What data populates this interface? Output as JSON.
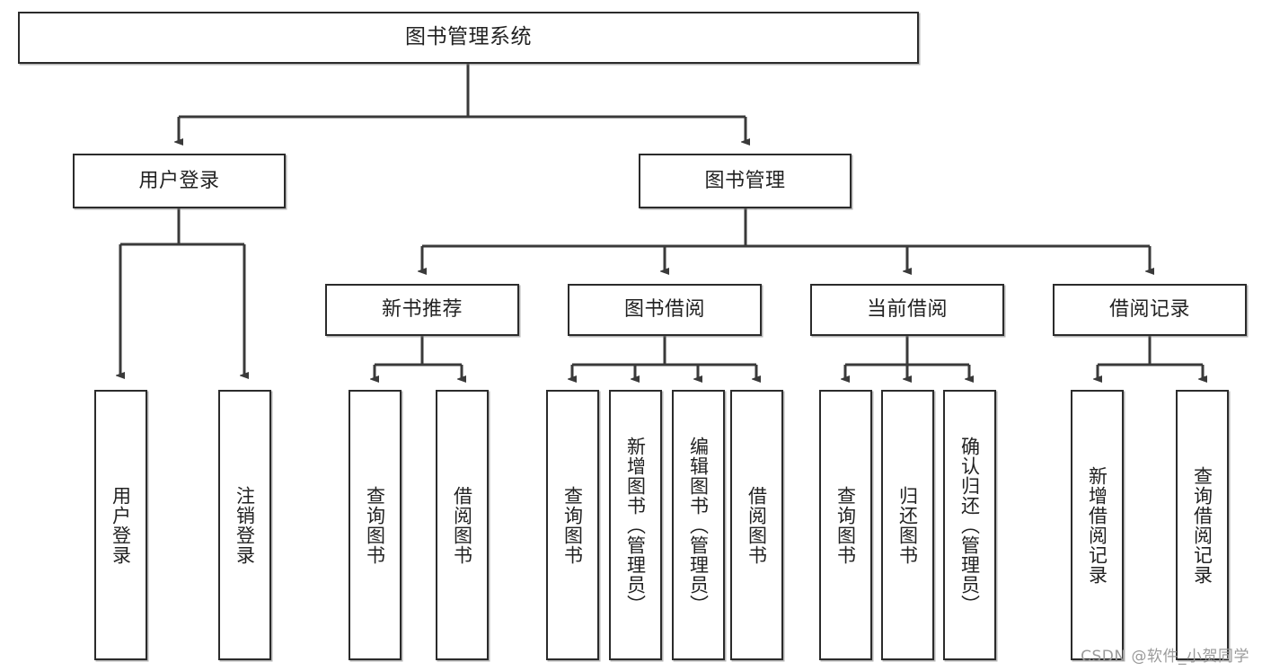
{
  "diagram": {
    "type": "hierarchy-tree",
    "title": "图书管理系统",
    "orientation": "top-down",
    "watermark": "CSDN @软件_小贺同学",
    "colors": {
      "box_border": "#2b2b2b",
      "box_fill": "#ffffff",
      "connector": "#3a3a3a",
      "text": "#222222",
      "watermark": "#9a9a9a"
    },
    "levels": [
      {
        "level": 1,
        "nodes": [
          {
            "id": "root",
            "label": "图书管理系统",
            "orientation": "horizontal"
          }
        ]
      },
      {
        "level": 2,
        "nodes": [
          {
            "id": "user-login",
            "label": "用户登录",
            "orientation": "horizontal",
            "parent": "root"
          },
          {
            "id": "book-manage",
            "label": "图书管理",
            "orientation": "horizontal",
            "parent": "root"
          }
        ]
      },
      {
        "level": 3,
        "nodes": [
          {
            "id": "new-book-rec",
            "label": "新书推荐",
            "orientation": "horizontal",
            "parent": "book-manage"
          },
          {
            "id": "book-borrow",
            "label": "图书借阅",
            "orientation": "horizontal",
            "parent": "book-manage"
          },
          {
            "id": "current-borrow",
            "label": "当前借阅",
            "orientation": "horizontal",
            "parent": "book-manage"
          },
          {
            "id": "borrow-record",
            "label": "借阅记录",
            "orientation": "horizontal",
            "parent": "book-manage"
          }
        ]
      },
      {
        "level": 4,
        "nodes": [
          {
            "id": "leaf-user-login",
            "label": "用户登录",
            "orientation": "vertical",
            "parent": "user-login"
          },
          {
            "id": "leaf-user-logout",
            "label": "注销登录",
            "orientation": "vertical",
            "parent": "user-login"
          },
          {
            "id": "leaf-query-book-1",
            "label": "查询图书",
            "orientation": "vertical",
            "parent": "new-book-rec"
          },
          {
            "id": "leaf-borrow-book-1",
            "label": "借阅图书",
            "orientation": "vertical",
            "parent": "new-book-rec"
          },
          {
            "id": "leaf-query-book-2",
            "label": "查询图书",
            "orientation": "vertical",
            "parent": "book-borrow"
          },
          {
            "id": "leaf-add-book",
            "label": "新增图书（管理员）",
            "orientation": "vertical",
            "parent": "book-borrow"
          },
          {
            "id": "leaf-edit-book",
            "label": "编辑图书（管理员）",
            "orientation": "vertical",
            "parent": "book-borrow"
          },
          {
            "id": "leaf-borrow-book-2",
            "label": "借阅图书",
            "orientation": "vertical",
            "parent": "book-borrow"
          },
          {
            "id": "leaf-query-book-3",
            "label": "查询图书",
            "orientation": "vertical",
            "parent": "current-borrow"
          },
          {
            "id": "leaf-return-book",
            "label": "归还图书",
            "orientation": "vertical",
            "parent": "current-borrow"
          },
          {
            "id": "leaf-confirm-return",
            "label": "确认归还（管理员）",
            "orientation": "vertical",
            "parent": "current-borrow"
          },
          {
            "id": "leaf-add-record",
            "label": "新增借阅记录",
            "orientation": "vertical",
            "parent": "borrow-record"
          },
          {
            "id": "leaf-query-record",
            "label": "查询借阅记录",
            "orientation": "vertical",
            "parent": "borrow-record"
          }
        ]
      }
    ]
  }
}
